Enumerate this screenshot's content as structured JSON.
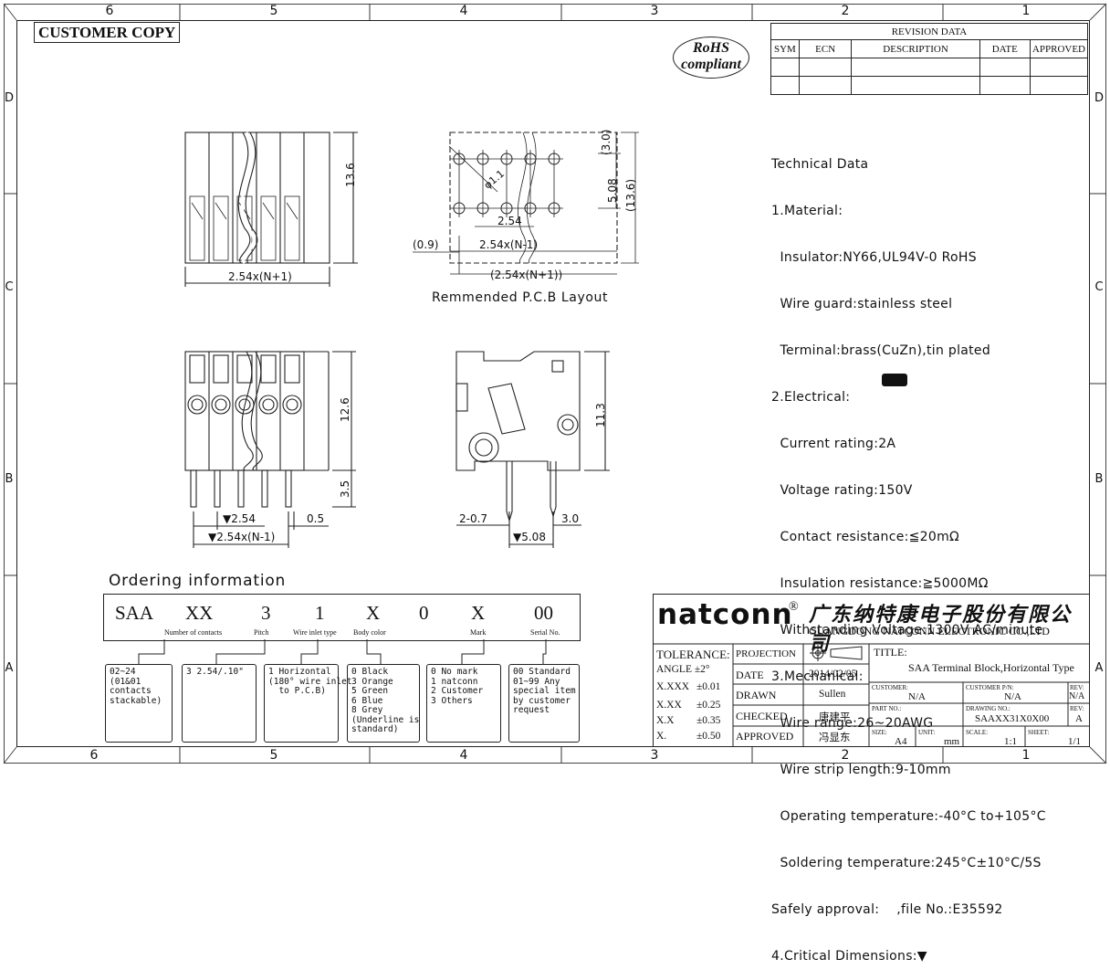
{
  "stamp": {
    "customer_copy": "CUSTOMER COPY",
    "rohs_line1": "RoHS",
    "rohs_line2": "compliant"
  },
  "zones": {
    "cols": [
      "6",
      "5",
      "4",
      "3",
      "2",
      "1"
    ],
    "rows": [
      "D",
      "C",
      "B",
      "A"
    ]
  },
  "revision": {
    "title": "REVISION DATA",
    "headers": [
      "SYM",
      "ECN",
      "DESCRIPTION",
      "DATE",
      "APPROVED"
    ]
  },
  "technical": {
    "lines": [
      "Technical Data",
      "1.Material:",
      "  Insulator:NY66,UL94V-0 RoHS",
      "  Wire guard:stainless steel",
      "  Terminal:brass(CuZn),tin plated",
      "2.Electrical:",
      "  Current rating:2A",
      "  Voltage rating:150V",
      "  Contact resistance:≦20mΩ",
      "  Insulation resistance:≧5000MΩ",
      "  Withstanding Voltage:1300V AC/minute",
      "3.Mechanical:",
      "  Wire range:26~20AWG",
      "  Wire strip length:9-10mm",
      "  Operating temperature:-40°C to+105°C",
      "  Soldering temperature:245°C±10°C/5S",
      "Safely approval:    ,file No.:E35592",
      "4.Critical Dimensions:▼"
    ]
  },
  "dims": {
    "front_height": "13.6",
    "front_width": "2.54x(N+1)",
    "pcb_30": "(3.0)",
    "pcb_508": "5.08",
    "pcb_136": "(13.6)",
    "pcb_hole": "φ1.1",
    "pcb_254": "2.54",
    "pcb_09": "(0.9)",
    "pcb_254n1": "2.54x(N-1)",
    "pcb_254np1": "(2.54x(N+1))",
    "pcb_caption": "Remmended P.C.B Layout",
    "side_126": "12.6",
    "side_35": "3.5",
    "side_254": "▼2.54",
    "side_05": "0.5",
    "side_254n1": "▼2.54x(N-1)",
    "profile_113": "11.3",
    "profile_207": "2-0.7",
    "profile_30": "3.0",
    "profile_508": "▼5.08"
  },
  "ordering": {
    "title": "Ordering information",
    "code": [
      "SAA",
      "XX",
      "3",
      "1",
      "X",
      "0",
      "X",
      "00"
    ],
    "labels": [
      "Number of contacts",
      "Pitch",
      "Wire inlet type",
      "Body color",
      "Mark",
      "Serial No."
    ],
    "boxes": [
      "02~24\n(01&01\ncontacts\nstackable)",
      "3 2.54/.10\"",
      "1 Horizontal\n(180° wire inlet\n  to P.C.B)",
      "0 Black\n3 Orange\n5 Green\n6 Blue\n8 Grey\n(Underline is\nstandard)",
      "0 No mark\n1 natconn\n2 Customer\n3 Others",
      "00 Standard\n01~99 Any\nspecial item\nby customer\nrequest"
    ]
  },
  "title_block": {
    "brand": "natconn",
    "reg": "®",
    "cn_name": "广东纳特康电子股份有限公司",
    "en_name": "GUANGDONG NATCONN ELECTRONIC CO.,LTD",
    "tolerance": "TOLERANCE:",
    "angle": "ANGLE ±2°",
    "tol_rows": [
      [
        "X.XXX",
        "±0.01"
      ],
      [
        "X.XX",
        "±0.25"
      ],
      [
        "X.X",
        "±0.35"
      ],
      [
        "X.",
        "±0.50"
      ]
    ],
    "projection": "PROJECTION",
    "date_label": "DATE",
    "date": "2014/02/05",
    "drawn_label": "DRAWN",
    "drawn": "Sullen",
    "checked_label": "CHECKED",
    "checked": "唐建平",
    "approved_label": "APPROVED",
    "approved": "冯显东",
    "title_label": "TITLE:",
    "title": "SAA  Terminal Block,Horizontal Type",
    "customer_label": "CUSTOMER:",
    "customer": "N/A",
    "customer_pn_label": "CUSTOMER P/N:",
    "customer_pn": "N/A",
    "rev_label": "REV:",
    "rev1": "N/A",
    "rev2": "A",
    "part_label": "PART NO.:",
    "drawing_label": "DRAWING NO.:",
    "drawing": "SAAXX31X0X00",
    "size_label": "SIZE:",
    "size": "A4",
    "unit_label": "UNIT:",
    "unit": "mm",
    "scale_label": "SCALE:",
    "scale": "1:1",
    "sheet_label": "SHEET:",
    "sheet": "1/1"
  }
}
